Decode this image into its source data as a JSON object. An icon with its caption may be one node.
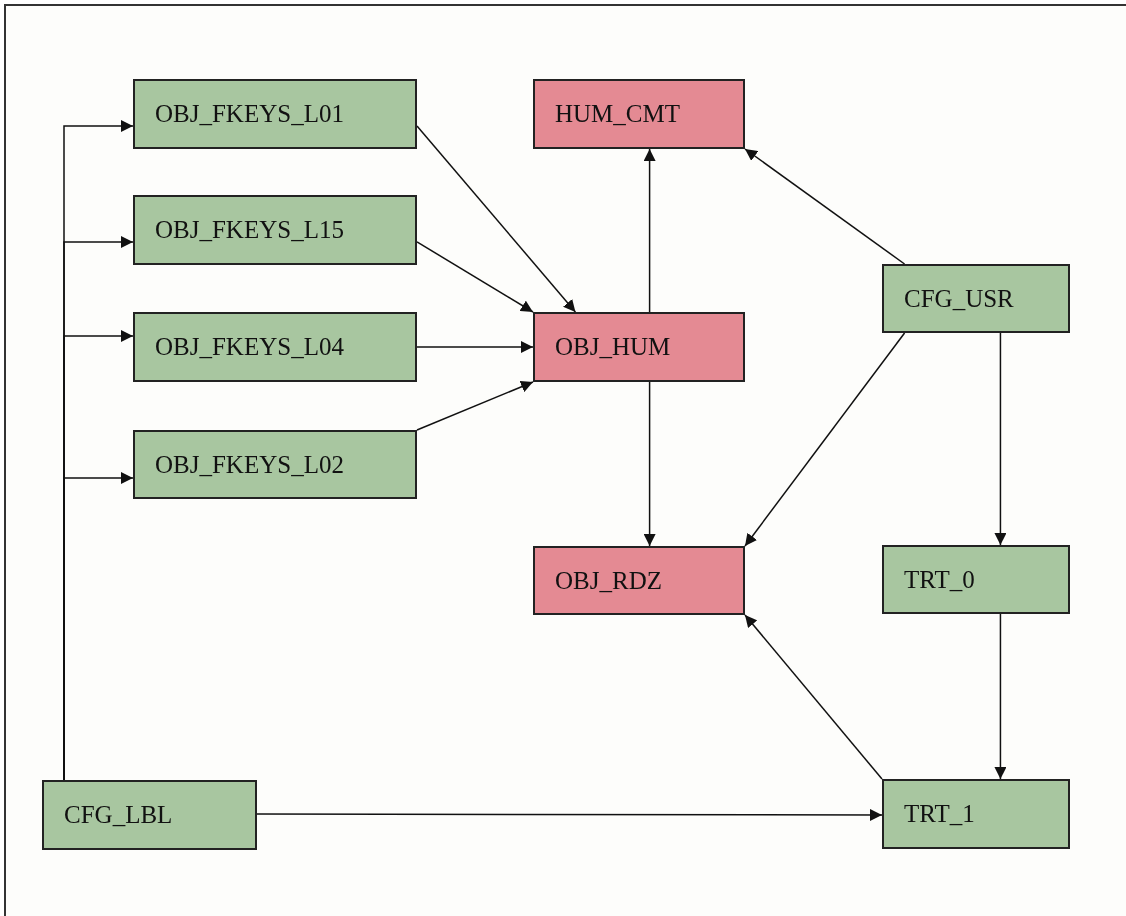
{
  "diagram": {
    "nodes": [
      {
        "text": [
          "OBJ_FKEYS_L01"
        ]
      },
      {
        "text": [
          "HUM_CMT"
        ]
      },
      {
        "text": [
          "OBJ_FKEYS_L15"
        ]
      },
      {
        "text": [
          "CFG_USR"
        ]
      },
      {
        "text": [
          "OBJ_FKEYS_L04"
        ]
      },
      {
        "text": [
          "OBJ_HUM"
        ]
      },
      {
        "text": [
          "OBJ_FKEYS_L02"
        ]
      },
      {
        "text": [
          "OBJ_RDZ"
        ]
      },
      {
        "text": [
          "TRT_0"
        ]
      },
      {
        "text": [
          "CFG_LBL"
        ]
      },
      {
        "text": [
          "TRT_1"
        ]
      }
    ],
    "edges": [
      {
        "from": 9,
        "to": 0,
        "arrow": "to"
      },
      {
        "from": 9,
        "to": 2,
        "arrow": "to"
      },
      {
        "from": 9,
        "to": 4,
        "arrow": "to"
      },
      {
        "from": 9,
        "to": 6,
        "arrow": "to"
      },
      {
        "from": 9,
        "to": 10,
        "arrow": "to"
      },
      {
        "from": 0,
        "to": 5,
        "arrow": "to"
      },
      {
        "from": 2,
        "to": 5,
        "arrow": "to"
      },
      {
        "from": 4,
        "to": 5,
        "arrow": "to"
      },
      {
        "from": 6,
        "to": 5,
        "arrow": "to"
      },
      {
        "from": 5,
        "to": 1,
        "arrow": "to"
      },
      {
        "from": 5,
        "to": 7,
        "arrow": "to"
      },
      {
        "from": 3,
        "to": 1,
        "arrow": "to"
      },
      {
        "from": 3,
        "to": 7,
        "arrow": "to"
      },
      {
        "from": 3,
        "to": 8,
        "arrow": "to"
      },
      {
        "from": 8,
        "to": 10,
        "arrow": "to"
      },
      {
        "from": 10,
        "to": 7,
        "arrow": "to"
      }
    ]
  }
}
